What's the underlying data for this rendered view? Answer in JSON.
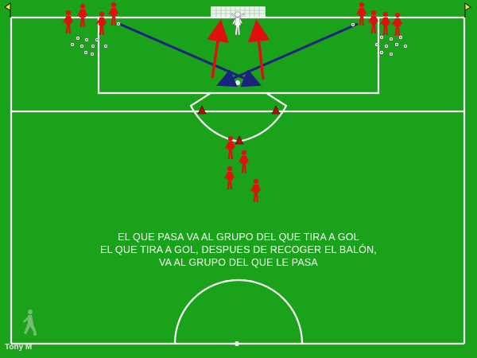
{
  "colors": {
    "grass": "#1aa31a",
    "lines": "#ffffff",
    "players": "#e01010",
    "cones": "#b01010",
    "pass_arrows": "#1a237e",
    "shot_arrows": "#e01010",
    "flags": "#f3e61a"
  },
  "instructions": {
    "line1": "EL QUE PASA VA AL GRUPO DEL QUE TIRA A GOL",
    "line2": "EL QUE TIRA A GOL, DESPUES DE RECOGER EL BALÓN,",
    "line3": "VA AL GRUPO DEL QUE LE PASA"
  },
  "author": "Tony M",
  "icons": {
    "player": "player-figure-icon",
    "goalkeeper": "goalkeeper-figure-icon",
    "ball": "ball-icon",
    "cone": "cone-icon",
    "flag": "corner-flag-icon",
    "logo": "author-logo-icon"
  }
}
